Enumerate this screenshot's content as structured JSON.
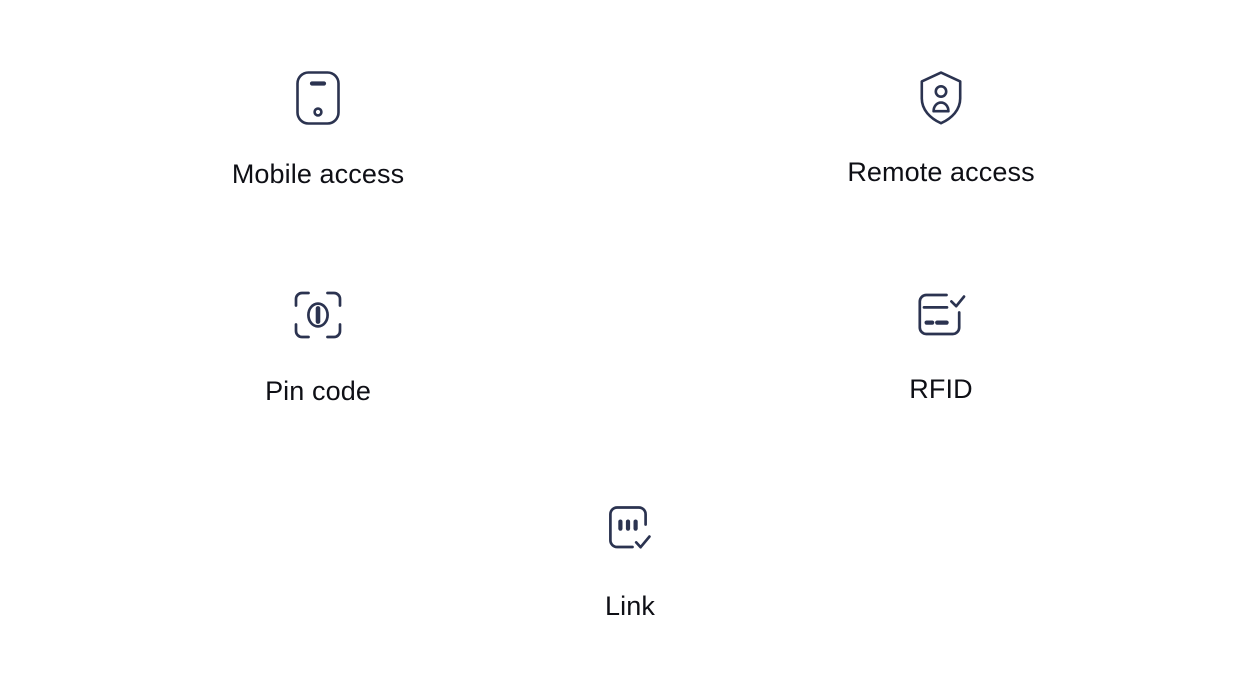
{
  "page": {
    "background_color": "#ffffff",
    "icon_color": "#2b3350",
    "label_color": "#0e0f15"
  },
  "items": [
    {
      "id": "mobile-access",
      "label": "Mobile access",
      "icon": "mobile-phone-icon"
    },
    {
      "id": "remote-access",
      "label": "Remote access",
      "icon": "shield-person-icon"
    },
    {
      "id": "pin-code",
      "label": "Pin code",
      "icon": "fingerprint-scan-icon"
    },
    {
      "id": "rfid",
      "label": "RFID",
      "icon": "card-check-icon"
    },
    {
      "id": "link",
      "label": "Link",
      "icon": "keypad-check-icon"
    }
  ]
}
